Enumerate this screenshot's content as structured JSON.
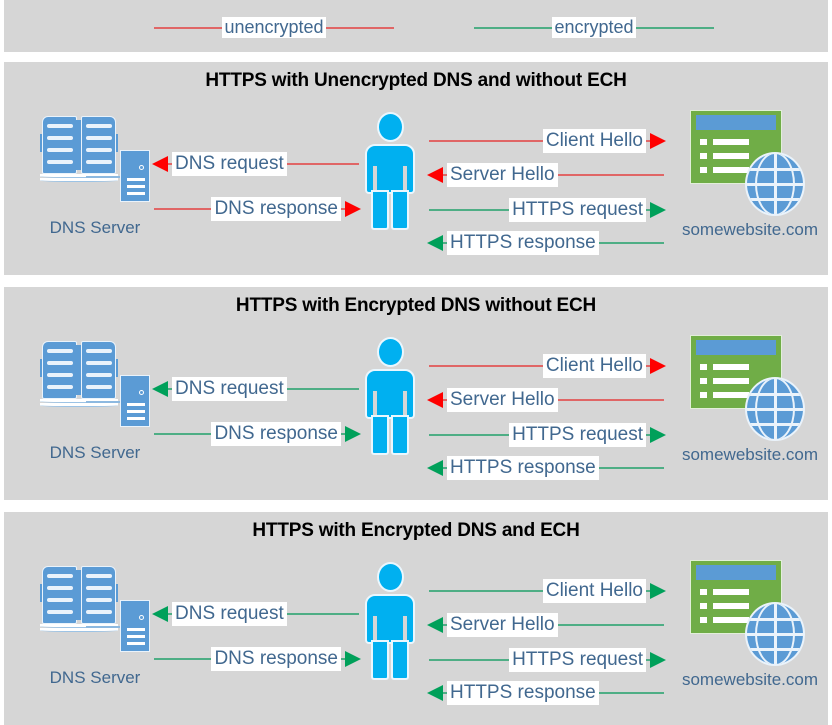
{
  "legend": {
    "items": [
      {
        "label": "unencrypted",
        "color": "#e06666",
        "kind": "red"
      },
      {
        "label": "encrypted",
        "color": "#4eae85",
        "kind": "green"
      }
    ]
  },
  "nodes": {
    "dns_server_label": "DNS Server",
    "website_label": "somewebsite.com",
    "dns_server_icon": "book-server-icon",
    "user_icon": "person-icon",
    "website_icon": "website-globe-icon"
  },
  "colors": {
    "panel_background": "#d6d6d6",
    "page_background": "#ffffff",
    "label_text": "#41688f",
    "title_text": "#000000",
    "unencrypted_line": "#e06666",
    "unencrypted_head": "#ff0000",
    "encrypted_line": "#4eae85",
    "encrypted_head": "#00a05a",
    "person": "#00b0f0",
    "server_blue": "#5b9bd5",
    "website_green": "#70ad47"
  },
  "panels": [
    {
      "title": "HTTPS with Unencrypted DNS and without ECH",
      "dns_flows": [
        {
          "label": "DNS request",
          "direction": "left",
          "encrypted": false
        },
        {
          "label": "DNS response",
          "direction": "right",
          "encrypted": false
        }
      ],
      "web_flows": [
        {
          "label": "Client Hello",
          "direction": "right",
          "encrypted": false
        },
        {
          "label": "Server Hello",
          "direction": "left",
          "encrypted": false
        },
        {
          "label": "HTTPS request",
          "direction": "right",
          "encrypted": true
        },
        {
          "label": "HTTPS response",
          "direction": "left",
          "encrypted": true
        }
      ]
    },
    {
      "title": "HTTPS with Encrypted DNS without ECH",
      "dns_flows": [
        {
          "label": "DNS request",
          "direction": "left",
          "encrypted": true
        },
        {
          "label": "DNS response",
          "direction": "right",
          "encrypted": true
        }
      ],
      "web_flows": [
        {
          "label": "Client Hello",
          "direction": "right",
          "encrypted": false
        },
        {
          "label": "Server Hello",
          "direction": "left",
          "encrypted": false
        },
        {
          "label": "HTTPS request",
          "direction": "right",
          "encrypted": true
        },
        {
          "label": "HTTPS response",
          "direction": "left",
          "encrypted": true
        }
      ]
    },
    {
      "title": "HTTPS with Encrypted DNS and ECH",
      "dns_flows": [
        {
          "label": "DNS request",
          "direction": "left",
          "encrypted": true
        },
        {
          "label": "DNS response",
          "direction": "right",
          "encrypted": true
        }
      ],
      "web_flows": [
        {
          "label": "Client Hello",
          "direction": "right",
          "encrypted": true
        },
        {
          "label": "Server Hello",
          "direction": "left",
          "encrypted": true
        },
        {
          "label": "HTTPS request",
          "direction": "right",
          "encrypted": true
        },
        {
          "label": "HTTPS response",
          "direction": "left",
          "encrypted": true
        }
      ]
    }
  ]
}
